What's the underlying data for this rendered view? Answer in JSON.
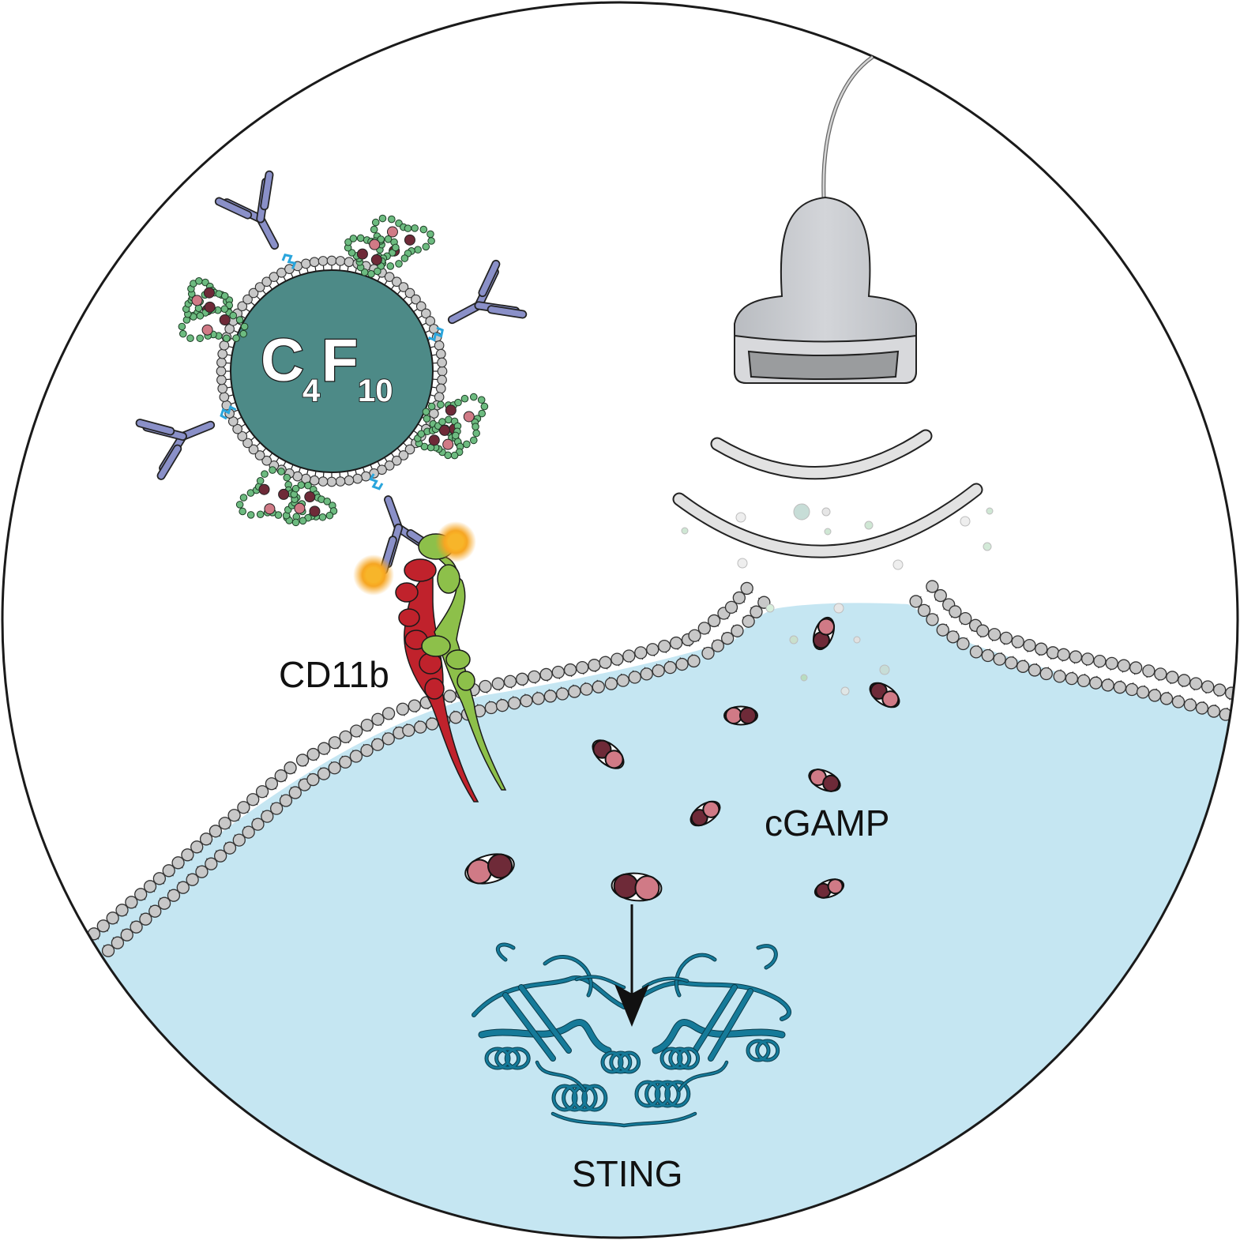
{
  "figure": {
    "bubble_gas": {
      "main": "C",
      "sub1": "4",
      "main2": "F",
      "sub2": "10"
    },
    "labels": {
      "receptor": "CD11b",
      "messenger": "cGAMP",
      "target": "STING"
    },
    "colors": {
      "cytoplasm": "#c5e6f2",
      "bubble_core": "#4d8a87",
      "lipid_head": "#c8c8c8",
      "antibody": "#8a90c8",
      "linker": "#2aa5dc",
      "dna_bead": "#6dbb80",
      "cgamp_dark": "#6e2a38",
      "cgamp_light": "#d07a86",
      "cd11b_red": "#c0222c",
      "cd11b_green": "#8dc04a",
      "transducer": "#c8cacd",
      "sting": "#157a99",
      "glow": "#f6a623"
    },
    "icons": [
      "microbubble-icon",
      "antibody-icon",
      "ultrasound-transducer-icon",
      "ultrasound-wave-icon",
      "cgamp-icon",
      "sting-protein-icon",
      "cd11b-receptor-icon"
    ]
  }
}
